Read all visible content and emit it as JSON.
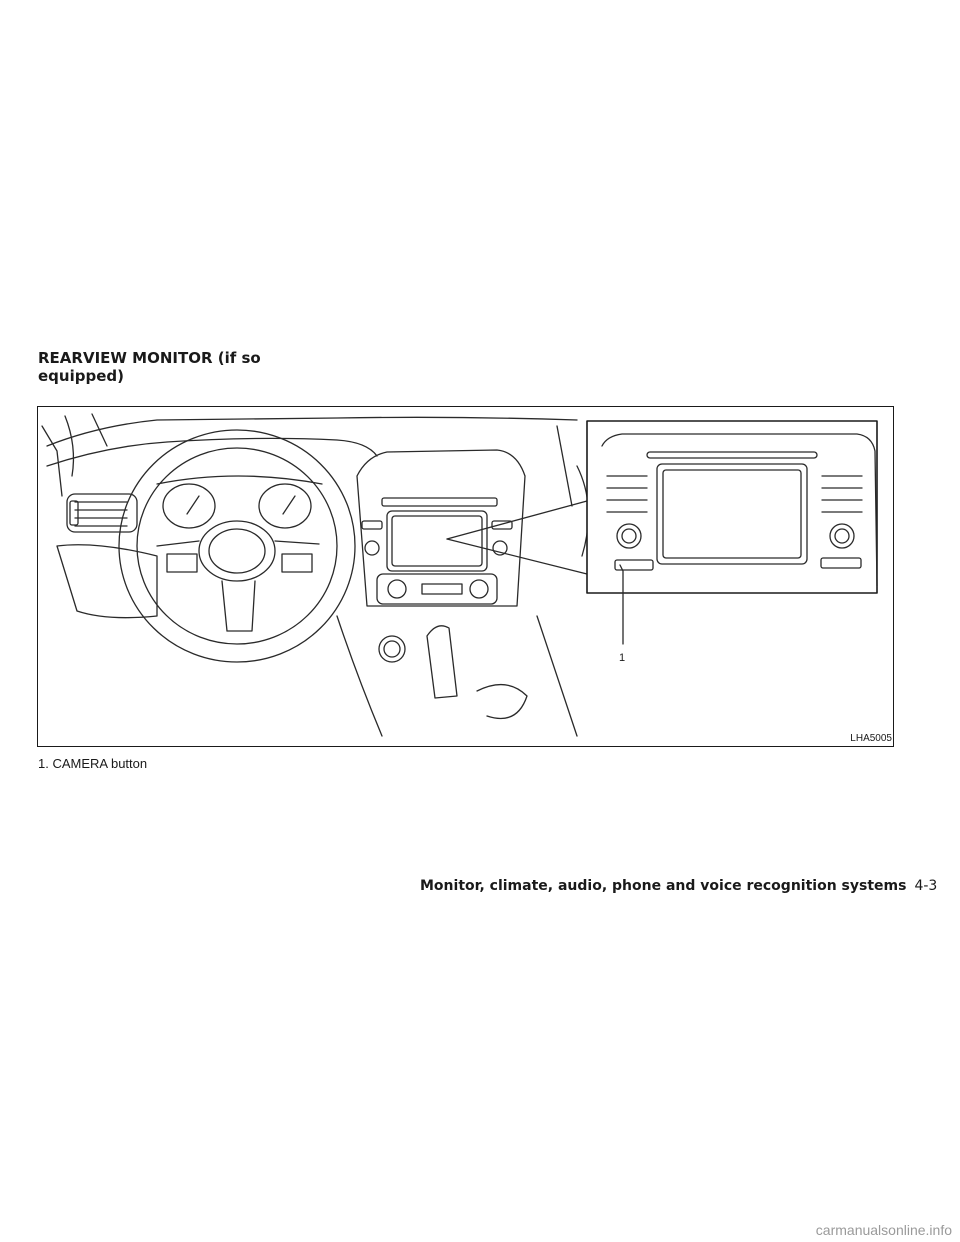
{
  "section": {
    "heading_line1": "REARVIEW MONITOR (if so",
    "heading_line2": "equipped)"
  },
  "figure": {
    "callout_number": "1",
    "figure_code": "LHA5005"
  },
  "caption": {
    "text": "1.  CAMERA button"
  },
  "footer": {
    "title": "Monitor, climate, audio, phone and voice recognition systems",
    "page_number": "4-3"
  },
  "watermark": {
    "text": "carmanualsonline.info"
  }
}
